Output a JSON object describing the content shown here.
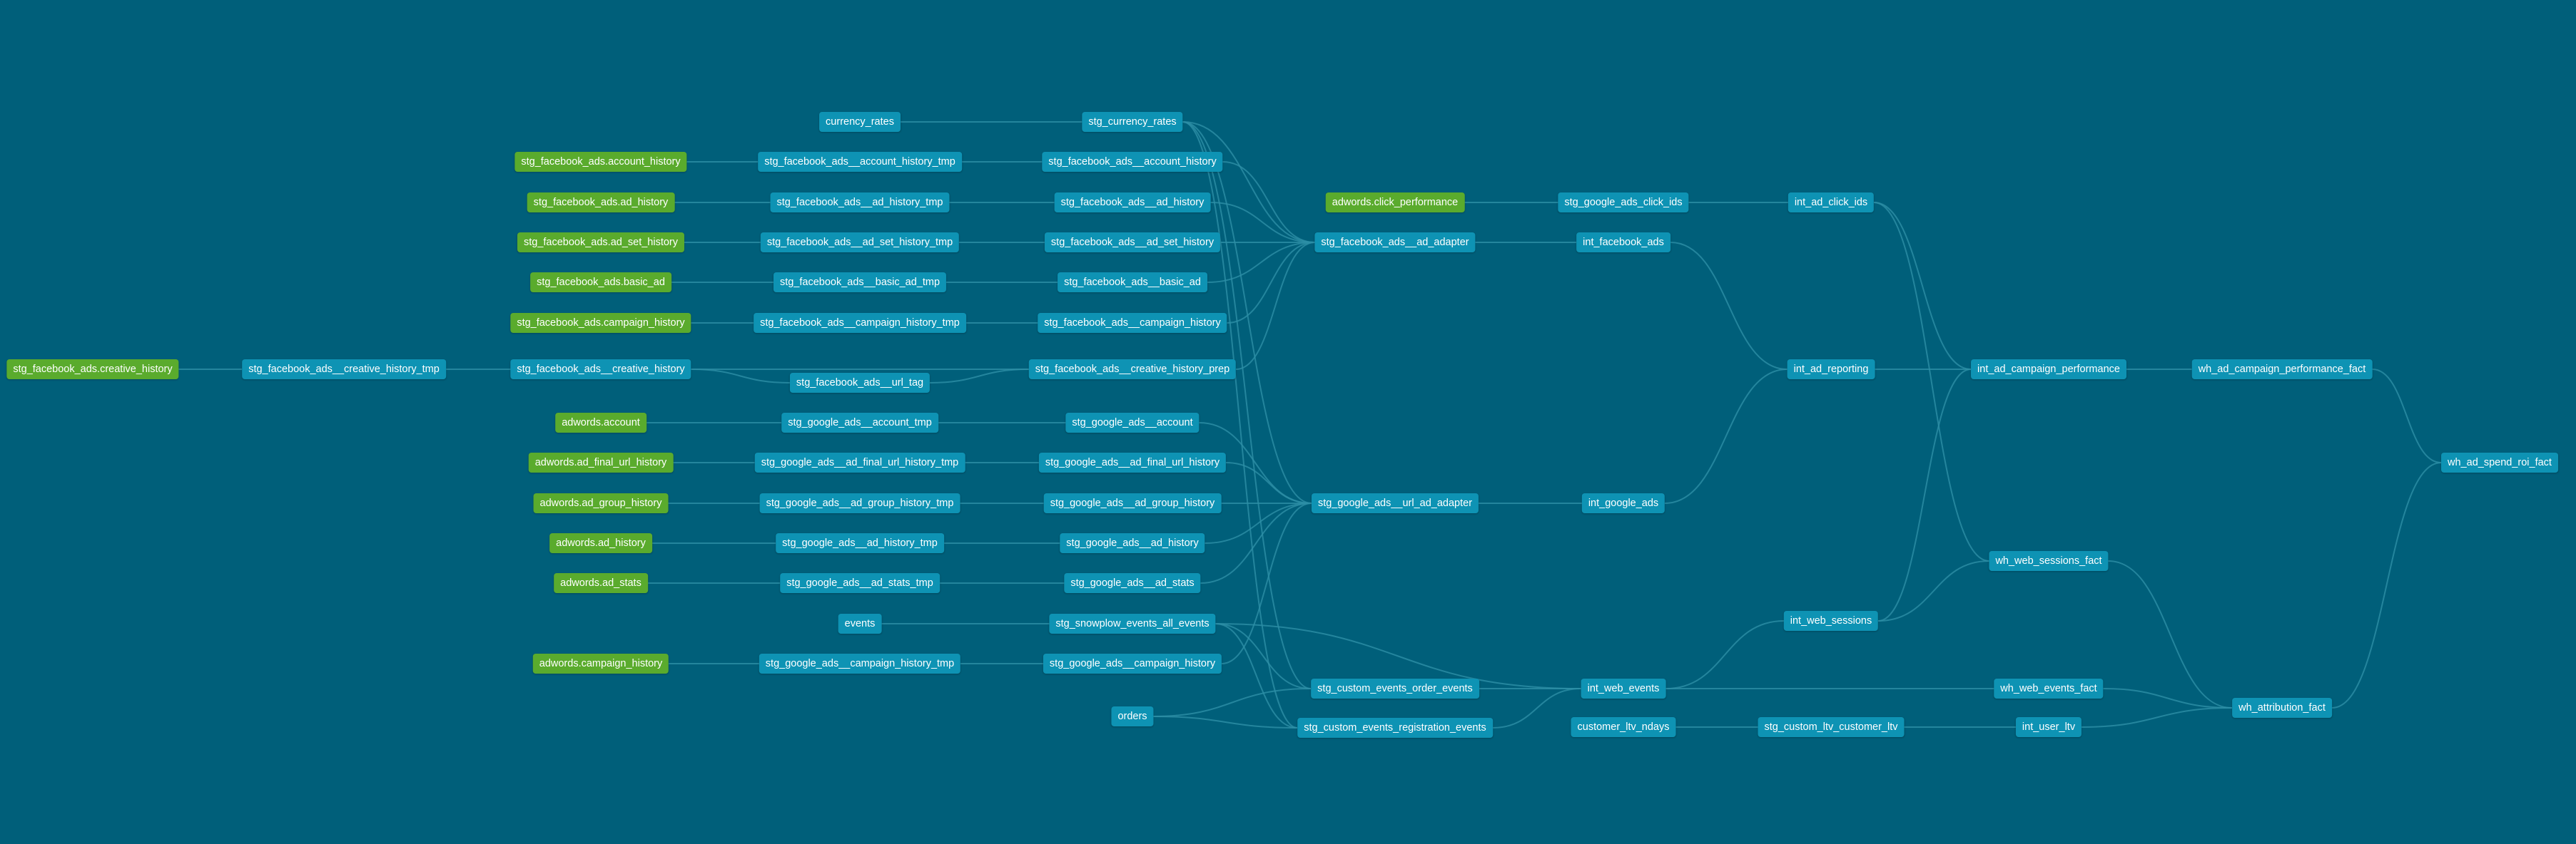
{
  "colors": {
    "background": "#005f7a",
    "model_node": "#0e93b4",
    "source_node": "#5aab2d",
    "edge": "#2d8fa6"
  },
  "nodes": [
    {
      "id": "src_fb_account_history",
      "label": "stg_facebook_ads.account_history",
      "kind": "source"
    },
    {
      "id": "src_fb_ad_history",
      "label": "stg_facebook_ads.ad_history",
      "kind": "source"
    },
    {
      "id": "src_fb_ad_set_history",
      "label": "stg_facebook_ads.ad_set_history",
      "kind": "source"
    },
    {
      "id": "src_fb_basic_ad",
      "label": "stg_facebook_ads.basic_ad",
      "kind": "source"
    },
    {
      "id": "src_fb_campaign_history",
      "label": "stg_facebook_ads.campaign_history",
      "kind": "source"
    },
    {
      "id": "src_fb_creative_history",
      "label": "stg_facebook_ads.creative_history",
      "kind": "source"
    },
    {
      "id": "src_adwords_account",
      "label": "adwords.account",
      "kind": "source"
    },
    {
      "id": "src_adwords_final_url",
      "label": "adwords.ad_final_url_history",
      "kind": "source"
    },
    {
      "id": "src_adwords_ad_group",
      "label": "adwords.ad_group_history",
      "kind": "source"
    },
    {
      "id": "src_adwords_ad_history",
      "label": "adwords.ad_history",
      "kind": "source"
    },
    {
      "id": "src_adwords_ad_stats",
      "label": "adwords.ad_stats",
      "kind": "source"
    },
    {
      "id": "src_adwords_campaign",
      "label": "adwords.campaign_history",
      "kind": "source"
    },
    {
      "id": "src_adwords_click",
      "label": "adwords.click_performance",
      "kind": "source"
    },
    {
      "id": "currency_rates",
      "label": "currency_rates",
      "kind": "model"
    },
    {
      "id": "events",
      "label": "events",
      "kind": "model"
    },
    {
      "id": "orders",
      "label": "orders",
      "kind": "model"
    },
    {
      "id": "customer_ltv_ndays",
      "label": "customer_ltv_ndays",
      "kind": "model"
    },
    {
      "id": "fb_account_tmp",
      "label": "stg_facebook_ads__account_history_tmp",
      "kind": "model"
    },
    {
      "id": "fb_ad_tmp",
      "label": "stg_facebook_ads__ad_history_tmp",
      "kind": "model"
    },
    {
      "id": "fb_ad_set_tmp",
      "label": "stg_facebook_ads__ad_set_history_tmp",
      "kind": "model"
    },
    {
      "id": "fb_basic_ad_tmp",
      "label": "stg_facebook_ads__basic_ad_tmp",
      "kind": "model"
    },
    {
      "id": "fb_campaign_tmp",
      "label": "stg_facebook_ads__campaign_history_tmp",
      "kind": "model"
    },
    {
      "id": "fb_creative_tmp",
      "label": "stg_facebook_ads__creative_history_tmp",
      "kind": "model"
    },
    {
      "id": "fb_creative",
      "label": "stg_facebook_ads__creative_history",
      "kind": "model"
    },
    {
      "id": "fb_url_tag",
      "label": "stg_facebook_ads__url_tag",
      "kind": "model"
    },
    {
      "id": "ga_account_tmp",
      "label": "stg_google_ads__account_tmp",
      "kind": "model"
    },
    {
      "id": "ga_final_url_tmp",
      "label": "stg_google_ads__ad_final_url_history_tmp",
      "kind": "model"
    },
    {
      "id": "ga_ad_group_tmp",
      "label": "stg_google_ads__ad_group_history_tmp",
      "kind": "model"
    },
    {
      "id": "ga_ad_history_tmp",
      "label": "stg_google_ads__ad_history_tmp",
      "kind": "model"
    },
    {
      "id": "ga_ad_stats_tmp",
      "label": "stg_google_ads__ad_stats_tmp",
      "kind": "model"
    },
    {
      "id": "ga_campaign_tmp",
      "label": "stg_google_ads__campaign_history_tmp",
      "kind": "model"
    },
    {
      "id": "stg_currency_rates",
      "label": "stg_currency_rates",
      "kind": "model"
    },
    {
      "id": "fb_account",
      "label": "stg_facebook_ads__account_history",
      "kind": "model"
    },
    {
      "id": "fb_ad",
      "label": "stg_facebook_ads__ad_history",
      "kind": "model"
    },
    {
      "id": "fb_ad_set",
      "label": "stg_facebook_ads__ad_set_history",
      "kind": "model"
    },
    {
      "id": "fb_basic_ad",
      "label": "stg_facebook_ads__basic_ad",
      "kind": "model"
    },
    {
      "id": "fb_campaign",
      "label": "stg_facebook_ads__campaign_history",
      "kind": "model"
    },
    {
      "id": "fb_creative_prep",
      "label": "stg_facebook_ads__creative_history_prep",
      "kind": "model"
    },
    {
      "id": "ga_account",
      "label": "stg_google_ads__account",
      "kind": "model"
    },
    {
      "id": "ga_final_url",
      "label": "stg_google_ads__ad_final_url_history",
      "kind": "model"
    },
    {
      "id": "ga_ad_group",
      "label": "stg_google_ads__ad_group_history",
      "kind": "model"
    },
    {
      "id": "ga_ad_history",
      "label": "stg_google_ads__ad_history",
      "kind": "model"
    },
    {
      "id": "ga_ad_stats",
      "label": "stg_google_ads__ad_stats",
      "kind": "model"
    },
    {
      "id": "snowplow",
      "label": "stg_snowplow_events_all_events",
      "kind": "model"
    },
    {
      "id": "ga_campaign",
      "label": "stg_google_ads__campaign_history",
      "kind": "model"
    },
    {
      "id": "fb_adapter",
      "label": "stg_facebook_ads__ad_adapter",
      "kind": "model"
    },
    {
      "id": "ga_adapter",
      "label": "stg_google_ads__url_ad_adapter",
      "kind": "model"
    },
    {
      "id": "order_events",
      "label": "stg_custom_events_order_events",
      "kind": "model"
    },
    {
      "id": "reg_events",
      "label": "stg_custom_events_registration_events",
      "kind": "model"
    },
    {
      "id": "ga_click_ids",
      "label": "stg_google_ads_click_ids",
      "kind": "model"
    },
    {
      "id": "int_facebook_ads",
      "label": "int_facebook_ads",
      "kind": "model"
    },
    {
      "id": "int_google_ads",
      "label": "int_google_ads",
      "kind": "model"
    },
    {
      "id": "int_web_events",
      "label": "int_web_events",
      "kind": "model"
    },
    {
      "id": "stg_custom_ltv",
      "label": "stg_custom_ltv_customer_ltv",
      "kind": "model"
    },
    {
      "id": "int_ad_click_ids",
      "label": "int_ad_click_ids",
      "kind": "model"
    },
    {
      "id": "int_ad_reporting",
      "label": "int_ad_reporting",
      "kind": "model"
    },
    {
      "id": "int_web_sessions",
      "label": "int_web_sessions",
      "kind": "model"
    },
    {
      "id": "int_ad_campaign_perf",
      "label": "int_ad_campaign_performance",
      "kind": "model"
    },
    {
      "id": "wh_web_sessions",
      "label": "wh_web_sessions_fact",
      "kind": "model"
    },
    {
      "id": "wh_web_events",
      "label": "wh_web_events_fact",
      "kind": "model"
    },
    {
      "id": "int_user_ltv",
      "label": "int_user_ltv",
      "kind": "model"
    },
    {
      "id": "wh_ad_campaign_perf",
      "label": "wh_ad_campaign_performance_fact",
      "kind": "model"
    },
    {
      "id": "wh_attribution",
      "label": "wh_attribution_fact",
      "kind": "model"
    },
    {
      "id": "wh_ad_spend_roi",
      "label": "wh_ad_spend_roi_fact",
      "kind": "model"
    }
  ],
  "edges": [
    [
      "src_fb_account_history",
      "fb_account_tmp"
    ],
    [
      "src_fb_ad_history",
      "fb_ad_tmp"
    ],
    [
      "src_fb_ad_set_history",
      "fb_ad_set_tmp"
    ],
    [
      "src_fb_basic_ad",
      "fb_basic_ad_tmp"
    ],
    [
      "src_fb_campaign_history",
      "fb_campaign_tmp"
    ],
    [
      "src_fb_creative_history",
      "fb_creative_tmp"
    ],
    [
      "fb_creative_tmp",
      "fb_creative"
    ],
    [
      "src_adwords_account",
      "ga_account_tmp"
    ],
    [
      "src_adwords_final_url",
      "ga_final_url_tmp"
    ],
    [
      "src_adwords_ad_group",
      "ga_ad_group_tmp"
    ],
    [
      "src_adwords_ad_history",
      "ga_ad_history_tmp"
    ],
    [
      "src_adwords_ad_stats",
      "ga_ad_stats_tmp"
    ],
    [
      "src_adwords_campaign",
      "ga_campaign_tmp"
    ],
    [
      "currency_rates",
      "stg_currency_rates"
    ],
    [
      "fb_account_tmp",
      "fb_account"
    ],
    [
      "fb_ad_tmp",
      "fb_ad"
    ],
    [
      "fb_ad_set_tmp",
      "fb_ad_set"
    ],
    [
      "fb_basic_ad_tmp",
      "fb_basic_ad"
    ],
    [
      "fb_campaign_tmp",
      "fb_campaign"
    ],
    [
      "fb_creative",
      "fb_creative_prep"
    ],
    [
      "fb_creative",
      "fb_url_tag"
    ],
    [
      "fb_url_tag",
      "fb_creative_prep"
    ],
    [
      "ga_account_tmp",
      "ga_account"
    ],
    [
      "ga_final_url_tmp",
      "ga_final_url"
    ],
    [
      "ga_ad_group_tmp",
      "ga_ad_group"
    ],
    [
      "ga_ad_history_tmp",
      "ga_ad_history"
    ],
    [
      "ga_ad_stats_tmp",
      "ga_ad_stats"
    ],
    [
      "events",
      "snowplow"
    ],
    [
      "ga_campaign_tmp",
      "ga_campaign"
    ],
    [
      "stg_currency_rates",
      "fb_adapter"
    ],
    [
      "fb_account",
      "fb_adapter"
    ],
    [
      "fb_ad",
      "fb_adapter"
    ],
    [
      "fb_ad_set",
      "fb_adapter"
    ],
    [
      "fb_basic_ad",
      "fb_adapter"
    ],
    [
      "fb_campaign",
      "fb_adapter"
    ],
    [
      "fb_creative_prep",
      "fb_adapter"
    ],
    [
      "stg_currency_rates",
      "ga_adapter"
    ],
    [
      "ga_account",
      "ga_adapter"
    ],
    [
      "ga_final_url",
      "ga_adapter"
    ],
    [
      "ga_ad_group",
      "ga_adapter"
    ],
    [
      "ga_ad_history",
      "ga_adapter"
    ],
    [
      "ga_ad_stats",
      "ga_adapter"
    ],
    [
      "ga_campaign",
      "ga_adapter"
    ],
    [
      "snowplow",
      "int_web_events"
    ],
    [
      "stg_currency_rates",
      "order_events"
    ],
    [
      "stg_currency_rates",
      "reg_events"
    ],
    [
      "snowplow",
      "order_events"
    ],
    [
      "snowplow",
      "reg_events"
    ],
    [
      "orders",
      "order_events"
    ],
    [
      "orders",
      "reg_events"
    ],
    [
      "src_adwords_click",
      "ga_click_ids"
    ],
    [
      "fb_adapter",
      "int_facebook_ads"
    ],
    [
      "ga_adapter",
      "int_google_ads"
    ],
    [
      "order_events",
      "int_web_events"
    ],
    [
      "reg_events",
      "int_web_events"
    ],
    [
      "customer_ltv_ndays",
      "stg_custom_ltv"
    ],
    [
      "ga_click_ids",
      "int_ad_click_ids"
    ],
    [
      "int_facebook_ads",
      "int_ad_reporting"
    ],
    [
      "int_google_ads",
      "int_ad_reporting"
    ],
    [
      "int_web_events",
      "int_web_sessions"
    ],
    [
      "int_web_events",
      "wh_web_events"
    ],
    [
      "int_ad_click_ids",
      "int_ad_campaign_perf"
    ],
    [
      "int_ad_reporting",
      "int_ad_campaign_perf"
    ],
    [
      "int_web_sessions",
      "int_ad_campaign_perf"
    ],
    [
      "int_web_sessions",
      "wh_web_sessions"
    ],
    [
      "int_ad_click_ids",
      "wh_web_sessions"
    ],
    [
      "stg_custom_ltv",
      "int_user_ltv"
    ],
    [
      "int_ad_campaign_perf",
      "wh_ad_campaign_perf"
    ],
    [
      "wh_web_sessions",
      "wh_attribution"
    ],
    [
      "wh_web_events",
      "wh_attribution"
    ],
    [
      "int_user_ltv",
      "wh_attribution"
    ],
    [
      "wh_ad_campaign_perf",
      "wh_ad_spend_roi"
    ],
    [
      "wh_attribution",
      "wh_ad_spend_roi"
    ]
  ]
}
